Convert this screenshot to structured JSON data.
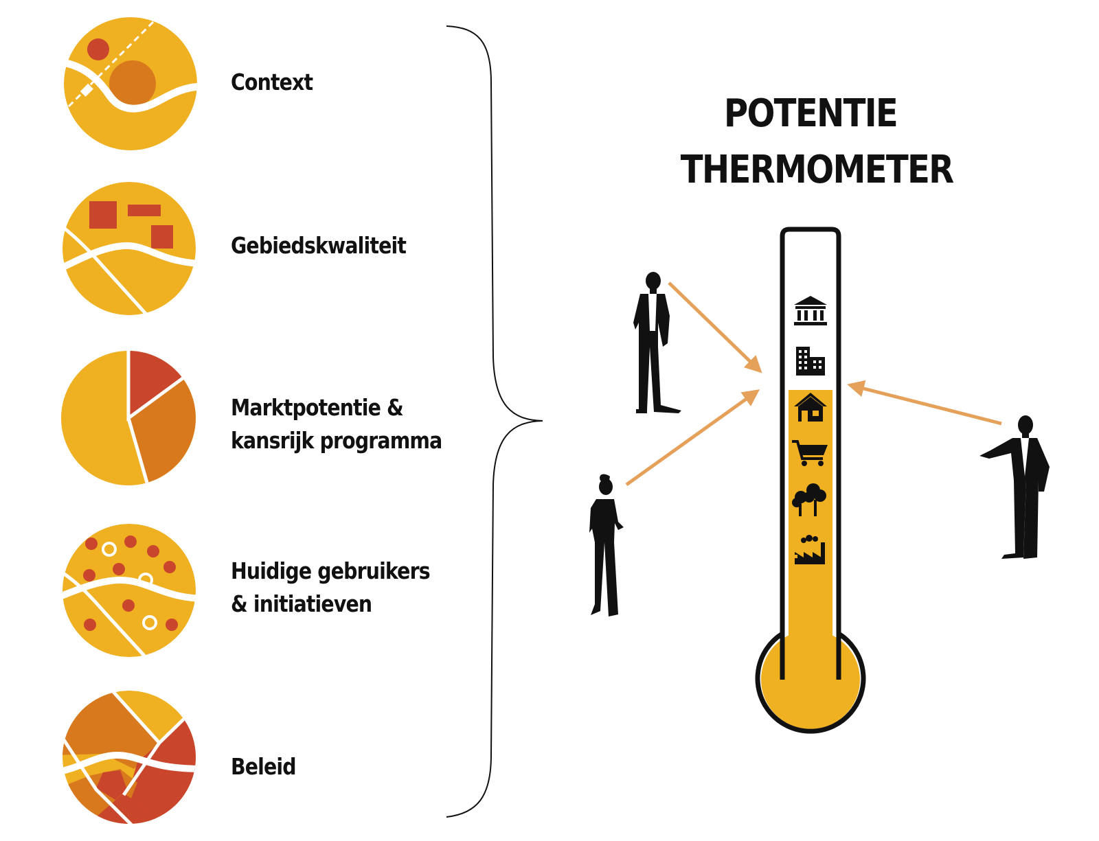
{
  "factors": [
    {
      "label": "Context",
      "icon": "context-map-icon"
    },
    {
      "label": "Gebiedskwaliteit",
      "icon": "area-quality-map-icon"
    },
    {
      "label_line1": "Marktpotentie &",
      "label_line2": "kansrijk programma",
      "icon": "market-pie-chart-icon"
    },
    {
      "label_line1": "Huidige gebruikers",
      "label_line2": "& initiatieven",
      "icon": "users-dots-map-icon"
    },
    {
      "label": "Beleid",
      "icon": "policy-zones-map-icon"
    }
  ],
  "title": {
    "line1": "POTENTIE",
    "line2": "THERMOMETER"
  },
  "thermometer": {
    "fill_level": 0.6,
    "levels": [
      {
        "icon": "government-building-icon"
      },
      {
        "icon": "office-building-icon"
      },
      {
        "icon": "house-icon"
      },
      {
        "icon": "shopping-cart-icon"
      },
      {
        "icon": "trees-icon"
      },
      {
        "icon": "factory-icon"
      }
    ]
  },
  "colors": {
    "yellow": "#EFB021",
    "orange": "#D9791E",
    "red": "#C9452B",
    "arrow": "#E5A05A",
    "dark": "#111111"
  }
}
